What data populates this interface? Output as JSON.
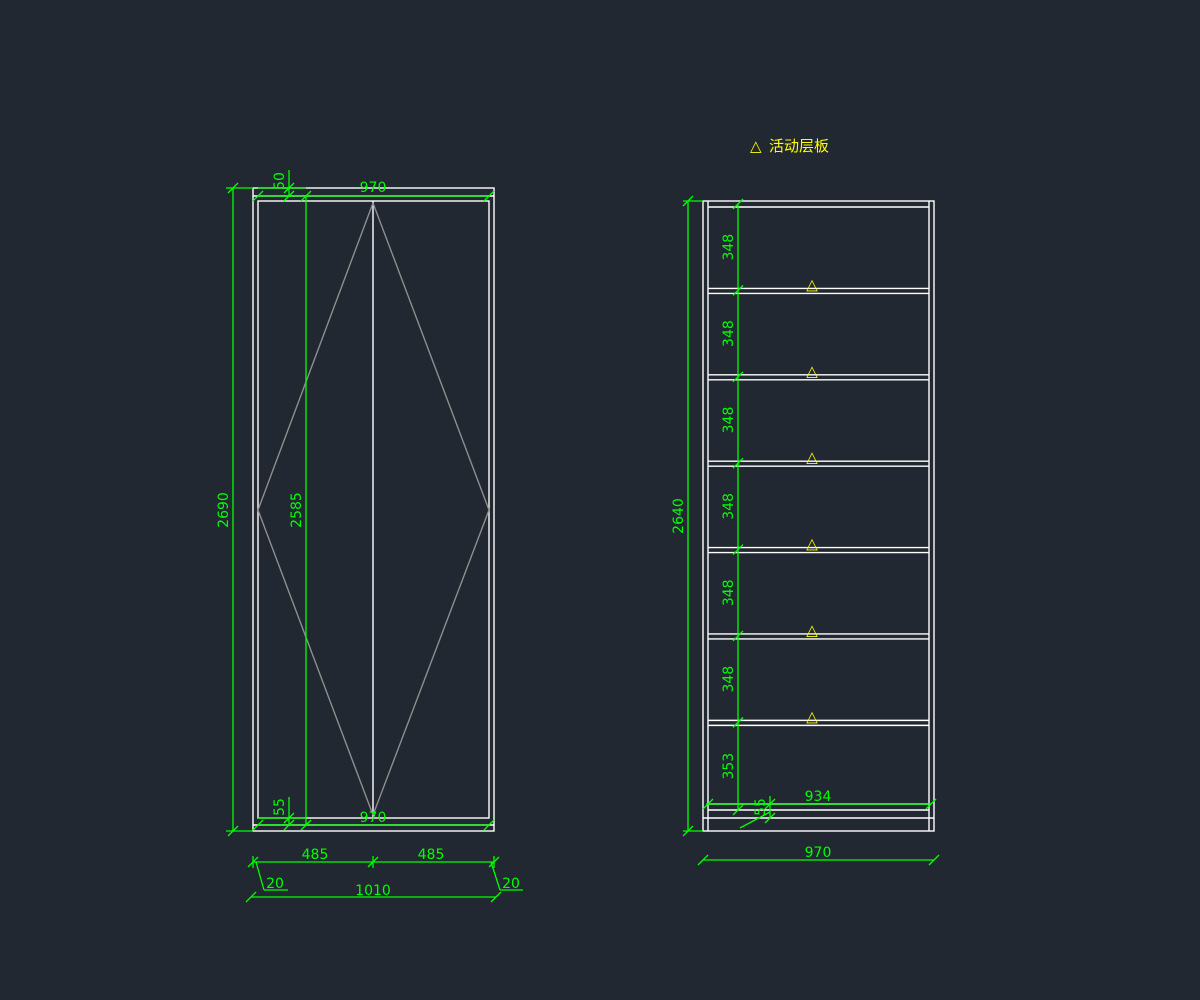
{
  "colors": {
    "background": "#222831",
    "outline": "#ffffff",
    "door_pattern": "#8e8e8e",
    "dimension": "#00ff00",
    "marker": "#ffff00"
  },
  "legend": {
    "marker_symbol": "△",
    "label": "活动层板"
  },
  "front_view": {
    "dimensions": {
      "top_rail": "50",
      "inner_width_top": "970",
      "total_height": "2690",
      "inner_height": "2585",
      "bottom_rail": "55",
      "inner_width_bottom": "970",
      "left_half": "485",
      "right_half": "485",
      "left_offset": "20",
      "right_offset": "20",
      "total_width": "1010"
    }
  },
  "side_view": {
    "shelf_spacings": [
      "348",
      "348",
      "348",
      "348",
      "348",
      "348",
      "353"
    ],
    "adjustable_shelf_count": 6,
    "dimensions": {
      "total_height": "2640",
      "inner_width": "934",
      "base_height": "55",
      "total_width": "970"
    }
  }
}
